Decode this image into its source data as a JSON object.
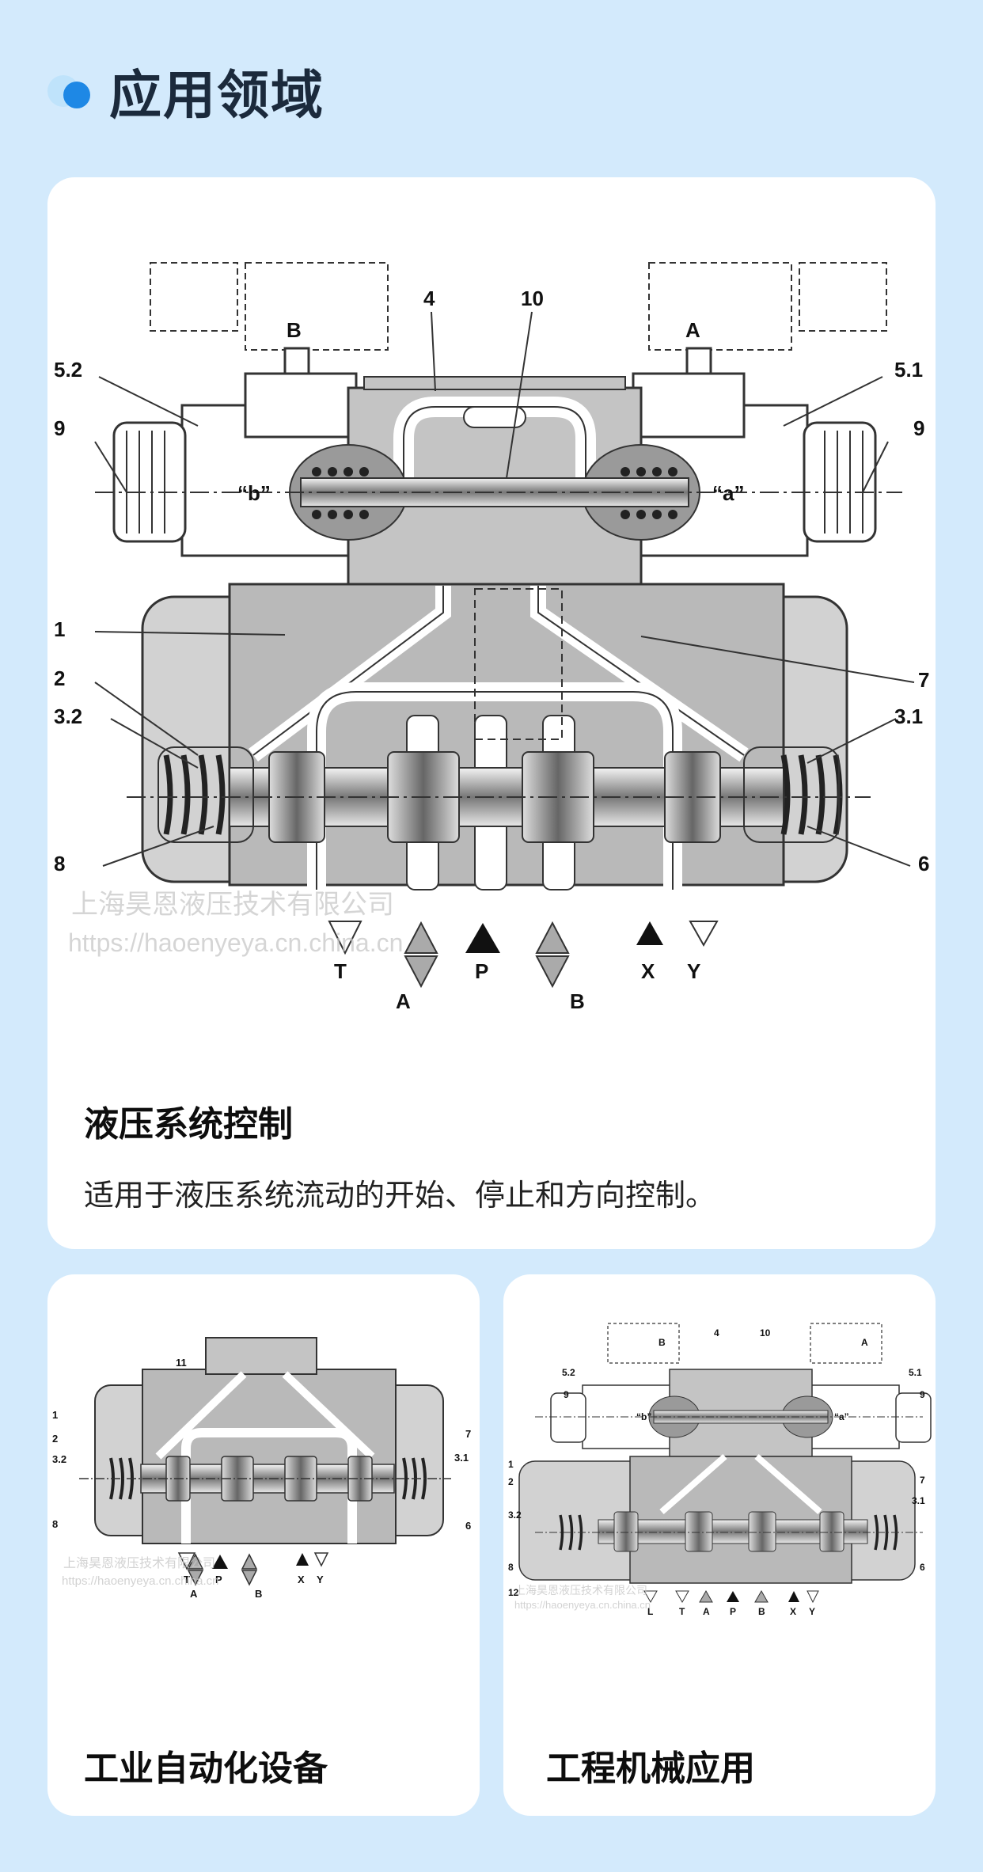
{
  "page": {
    "title": "应用领域"
  },
  "cards": [
    {
      "title": "液压系统控制",
      "description": "适用于液压系统流动的开始、停止和方向控制。",
      "diagram": {
        "labels": [
          "4",
          "10",
          "5.2",
          "5.1",
          "9",
          "9",
          "B",
          "A",
          "“b”",
          "“a”",
          "1",
          "2",
          "3.2",
          "7",
          "3.1",
          "8",
          "6"
        ],
        "ports": [
          "T",
          "A",
          "P",
          "B",
          "X",
          "Y"
        ],
        "watermark": [
          "上海昊恩液压技术有限公司",
          "https://haoenyeya.cn.china.cn"
        ]
      }
    },
    {
      "title": "工业自动化设备",
      "diagram": {
        "labels": [
          "11",
          "1",
          "2",
          "3.2",
          "8",
          "7",
          "3.1",
          "6"
        ],
        "ports": [
          "T",
          "A",
          "P",
          "B",
          "X",
          "Y"
        ],
        "watermark": [
          "上海昊恩液压技术有限公司",
          "https://haoenyeya.cn.china.cn"
        ]
      }
    },
    {
      "title": "工程机械应用",
      "diagram": {
        "labels": [
          "4",
          "10",
          "5.2",
          "5.1",
          "9",
          "9",
          "B",
          "A",
          "“b”",
          "“a”",
          "1",
          "2",
          "3.2",
          "7",
          "3.1",
          "8",
          "12",
          "6"
        ],
        "ports": [
          "L",
          "T",
          "A",
          "P",
          "B",
          "X",
          "Y"
        ],
        "watermark": [
          "上海昊恩液压技术有限公司",
          "https://haoenyeya.cn.china.cn"
        ]
      }
    }
  ],
  "colors": {
    "background": "#d3eafc",
    "accent": "#1e88e5",
    "title": "#1b2a3c",
    "valve_body": "#bdbdbd",
    "valve_dark": "#8c8c8c"
  }
}
